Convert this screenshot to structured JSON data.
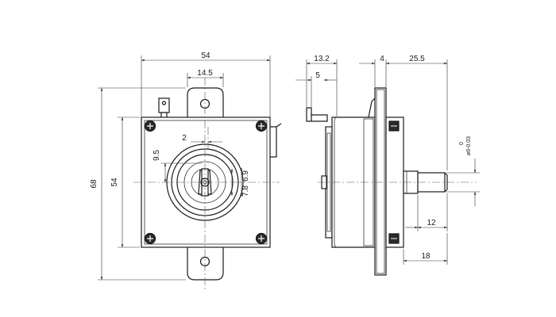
{
  "front_view": {
    "dim_overall_width": "54",
    "dim_mount_tab": "14.5",
    "dim_pointer_offset": "2",
    "dim_shaft_offset": "9.5",
    "dim_overall_height": "68",
    "dim_body_height": "54",
    "dim_shaft_flat": "6.9",
    "dim_slot": "7.8"
  },
  "side_view": {
    "dim_front_depth": "13.2",
    "dim_terminal": "5",
    "dim_plate": "4",
    "dim_rear_depth": "25.5",
    "dim_shaft_dia": "ø6-0.03",
    "dim_shaft_tol_upper": "0",
    "dim_shaft_length": "12",
    "dim_shaft_total": "18"
  }
}
